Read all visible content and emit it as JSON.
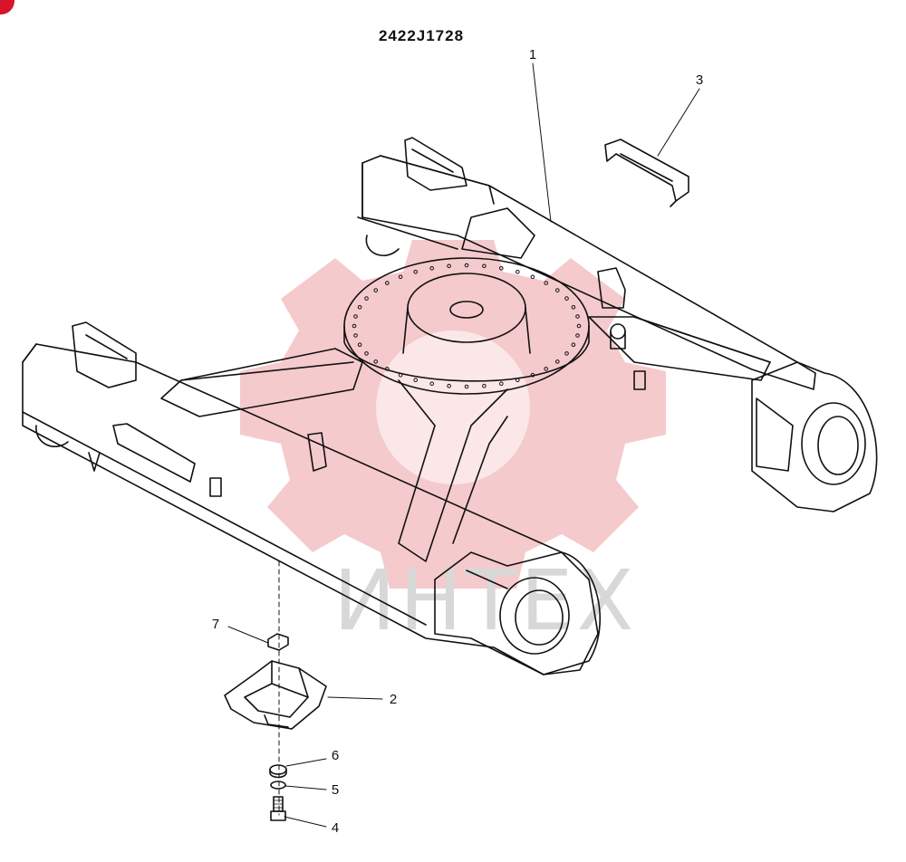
{
  "title": "2422J1728",
  "watermark": {
    "text": "ИНТЕХ",
    "color": "#f2b8bc",
    "text_color": "#d8d8d8"
  },
  "accent_dot_color": "#d9132a",
  "callouts": [
    {
      "id": "1",
      "label": "1"
    },
    {
      "id": "2",
      "label": "2"
    },
    {
      "id": "3",
      "label": "3"
    },
    {
      "id": "4",
      "label": "4"
    },
    {
      "id": "5",
      "label": "5"
    },
    {
      "id": "6",
      "label": "6"
    },
    {
      "id": "7",
      "label": "7"
    }
  ]
}
